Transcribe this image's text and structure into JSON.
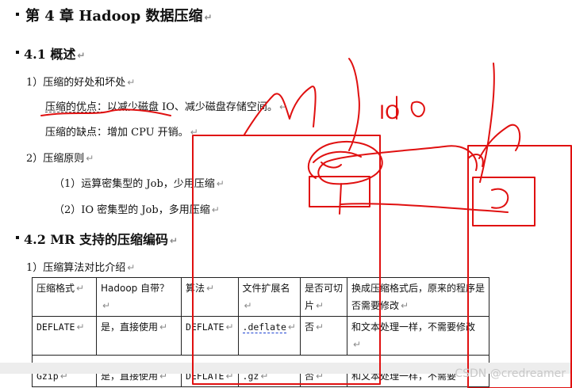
{
  "chapter": {
    "title": "第 4 章  Hadoop 数据压缩"
  },
  "section1": {
    "title": "4.1  概述",
    "sub1": {
      "heading": "1）压缩的好处和坏处",
      "pro": "压缩的优点：以减少磁盘 IO、减少磁盘存储空间。",
      "con": "压缩的缺点：增加 CPU 开销。"
    },
    "sub2": {
      "heading": "2）压缩原则",
      "item1": "（1）运算密集型的 Job，少用压缩",
      "item2": "（2）IO 密集型的 Job，多用压缩"
    }
  },
  "section2": {
    "title": "4.2 MR 支持的压缩编码",
    "sub1": {
      "heading": "1）压缩算法对比介绍"
    },
    "table": {
      "headers": [
        "压缩格式",
        "Hadoop 自带？",
        "算法",
        "文件扩展名",
        "是否可切片",
        "换成压缩格式后，原来的程序是否需要修改"
      ],
      "rows": [
        [
          "DEFLATE",
          "是，直接使用",
          "DEFLATE",
          ".deflate",
          "否",
          "和文本处理一样，不需要修改"
        ],
        [
          "Gzip",
          "是，直接使用",
          "DEFLATE",
          ".gz",
          "否",
          "和文本处理一样，不需要"
        ]
      ]
    }
  },
  "annotations": {
    "handwriting": "IO"
  },
  "watermark": "CSDN @credreamer",
  "colors": {
    "ink": "#e01010",
    "text": "#111111"
  }
}
